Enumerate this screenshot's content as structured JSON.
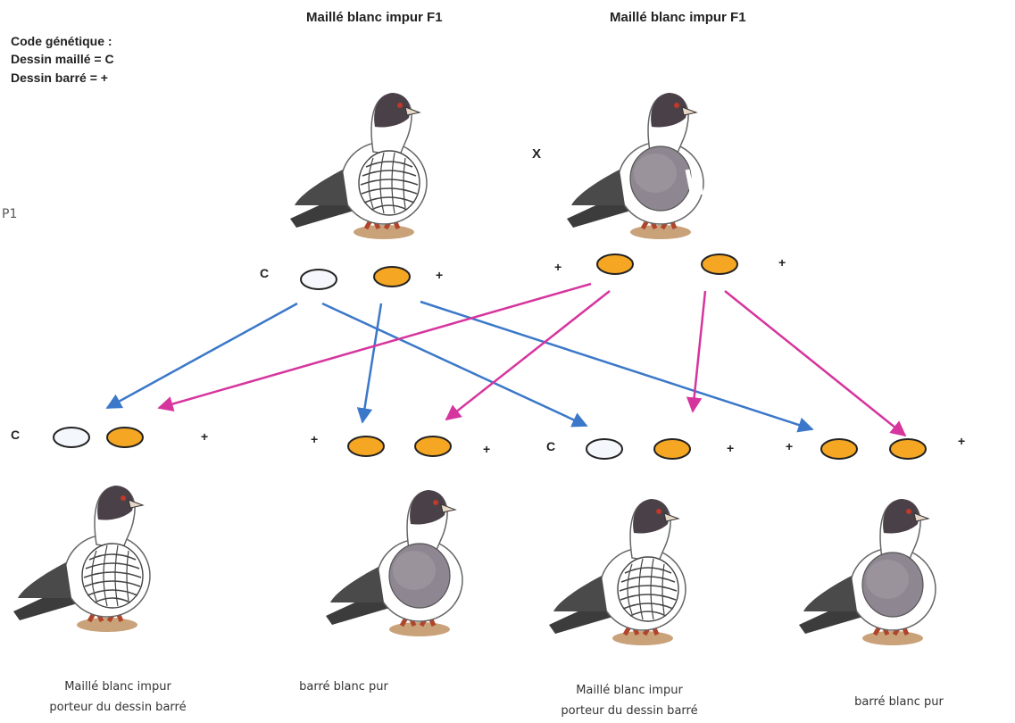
{
  "code": {
    "title": "Code génétique :",
    "line1": "Dessin maillé = C",
    "line2": "Dessin barré = +"
  },
  "generation_label": "P1",
  "parents": {
    "left_title": "Maillé blanc impur F1",
    "right_title": "Maillé blanc impur F1",
    "cross": "X"
  },
  "parent_alleles": {
    "left": [
      "C",
      "+"
    ],
    "right": [
      "+",
      "+"
    ]
  },
  "offspring_alleles": [
    [
      "C",
      "+"
    ],
    [
      "+",
      "+"
    ],
    [
      "C",
      "+"
    ],
    [
      "+",
      "+"
    ]
  ],
  "captions": [
    {
      "line1": "Maillé blanc impur",
      "line2": "porteur du dessin barré"
    },
    {
      "line1": "barré blanc pur",
      "line2": ""
    },
    {
      "line1": "Maillé blanc impur",
      "line2": "porteur du dessin barré"
    },
    {
      "line1": "barré blanc pur",
      "line2": ""
    }
  ],
  "colors": {
    "dominant_allele": "#f5a623",
    "recessive_allele": "#f4f7fb",
    "father_arrows": "#3b78c9",
    "mother_arrows": "#d6359e"
  }
}
